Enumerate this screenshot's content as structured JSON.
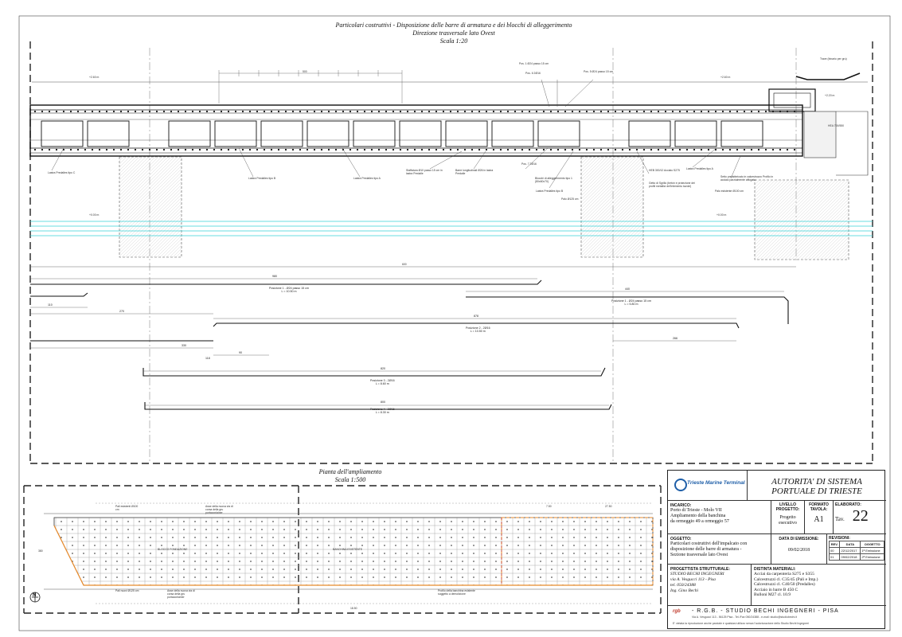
{
  "drawing": {
    "title_line1": "Particolari costruttivi - Disposizione delle barre di armatura e dei blocchi di alleggerimento",
    "title_line2": "Direzione trasversale lato Ovest",
    "title_line3": "Scala 1:20",
    "plan_title": "Pianta dell'ampliamento",
    "plan_scale": "Scala 1:500",
    "elev_left": "+2.60 m",
    "elev_right1": "+2.60 m",
    "elev_right2": "+2.20 m",
    "elev_water_left": "+0.00 m",
    "elev_water_right": "+0.00 m",
    "callouts": {
      "lastra_c": "Lastra Predalles tipo C",
      "lastra_b": "Lastra Predalles tipo B",
      "lastra_a": "Lastra Predalles tipo A",
      "staffatura": "Staffatura Ø10 passo 15 cm in lastra Predalle",
      "barre_long": "Barre longitudinali Ø26 in lastra Predalle",
      "pos7": "Pos. 7 2Ø16",
      "blocchi": "Blocchi di alleggerimento tipo 1 (80x60x70)",
      "lastra_b2": "Lastra Predalles tipo B",
      "pali": "Palo Ø125 cm",
      "getto": "Getto di Sgrillo (betón e protezione dei profili metallici dell'elemento tavole)",
      "heb": "HEB 300/12 Acciaio S275",
      "lastra_a2": "Lastra Predalles tipo A",
      "setto": "Setto prefabbricato in calcestruzzo Profilo in acciaio parzialmente affogato",
      "palo_esist": "Palo esistente Ø100 cm",
      "pos1": "Pos. 1 Ø24 passo 15 cm",
      "pos6": "Pos. 6 2Ø16",
      "pos5": "Pos. 5 Ø24 passo 15 cm",
      "trave": "Trave (binario per gru)",
      "hea": "HEA 700/550",
      "dim_600": "600",
      "dim_500": "500"
    },
    "bars": {
      "pos1_left": "Posizione 1 - Ø24 passo 15 cm",
      "pos1_left_len": "L = 10.50 m",
      "pos1_right": "Posizione 1 - Ø24 passo 15 cm",
      "pos1_right_len": "L = 5.80 m",
      "pos2": "Posizione 2 - 2Ø16",
      "pos2_len": "L = 10.50 m",
      "pos3": "Posizione 3 - 2Ø16",
      "pos3_len": "L = 8.60 m",
      "pos4": "Posizione 4 - 2Ø16",
      "pos4_len": "L = 8.30 m",
      "d_980": "980",
      "d_440": "440",
      "d_878": "878",
      "d_820": "820",
      "d_800": "800",
      "d_110": "110",
      "d_90": "90",
      "d_270": "270",
      "d_330": "330",
      "d_118": "118",
      "d_266": "266"
    },
    "plan": {
      "label_a": "Pali esistenti Ø100 cm",
      "label_b": "Asse della nuova via di corsa della gru portacontainer",
      "label_c": "Pali nuovi Ø125 cm",
      "label_d": "Asse della nuova via di corsa della gru portacontainer",
      "label_e": "Profilo della banchina esistente soggetto a demolizione",
      "zone1": "BLOCCO FONDAZIONE",
      "zone2": "BANCHINA ESISTENTE",
      "dim_380": "380",
      "dim_750": "7.50",
      "dim_2750": "27.50",
      "dim_1850": "18.50",
      "north": "N"
    }
  },
  "title_block": {
    "logo_text": "Trieste Marine Terminal",
    "authority_line1": "AUTORITA' DI SISTEMA",
    "authority_line2": "PORTUALE DI TRIESTE",
    "incarico_label": "INCARICO:",
    "incarico_1": "Porto di Trieste - Molo VII",
    "incarico_2": "Ampliamento della banchina",
    "incarico_3": "da ormeggio 49 a ormeggio 57",
    "livello_label": "LIVELLO PROGETTO:",
    "livello_value_1": "Progetto",
    "livello_value_2": "esecutivo",
    "formato_label": "FORMATO TAVOLA:",
    "formato_value": "A1",
    "elaborato_label": "ELABORATO:",
    "tav_label": "Tav.",
    "tav_number": "22",
    "oggetto_label": "OGGETTO:",
    "oggetto_1": "Particolari costruttivi dell'impalcato con",
    "oggetto_2": "disposizione delle barre di armatura -",
    "oggetto_3": "Sezione trasversale lato Ovest",
    "data_label": "DATA DI EMISSIONE:",
    "data_value": "09/02/2018",
    "revisioni_label": "REVISIONI:",
    "rev_headers": [
      "REV.",
      "DATA",
      "OGGETTO"
    ],
    "rev_rows": [
      [
        "00",
        "22/12/2017",
        "1ª Emissione"
      ],
      [
        "01",
        "09/02/2018",
        "2ª Emissione"
      ]
    ],
    "progettista_label": "PROGETTISTA STRUTTURALE:",
    "progettista_1": "STUDIO BECHI INGEGNERI",
    "progettista_2": "via A. Vesgucci 113 - Pisa",
    "progettista_3": "tel. 050/24388",
    "progettista_4": "Ing.   Gino Bechi",
    "distinta_label": "DISTINTA MATERIALI:",
    "distinta_1": "Acciai da carpenteria S275 e S355",
    "distinta_2": "Calcestruzzi cl. C35/45 (Pali e Imp.)",
    "distinta_3": "Calcestruzzi cl. C40/50 (Predalles)",
    "distinta_4": "Acciaio in barre B 450 C",
    "distinta_5": "Bulloni M27 cl. 10.9",
    "footer_logo": "rgb",
    "footer_studio": "- R.G.B. - STUDIO BECHI INGEGNERI - PISA",
    "footer_addr": "Via A. Vesgucci 113 - 56125 Pisa - Tel./Fax 050/24388 - e-mail: studio@studiobechi.it",
    "footer_note": "E' vietata la riproduzione anche parziale e qualsiasi utilizzo senza l'autorizzazione dello Studio Bechi Ingegneri"
  },
  "colors": {
    "water_line": "#37d0d6",
    "ink": "#1a1a1a",
    "plan_orange": "#e88a2a",
    "plan_red": "#c0392b",
    "logo_blue": "#1f5fa8"
  }
}
